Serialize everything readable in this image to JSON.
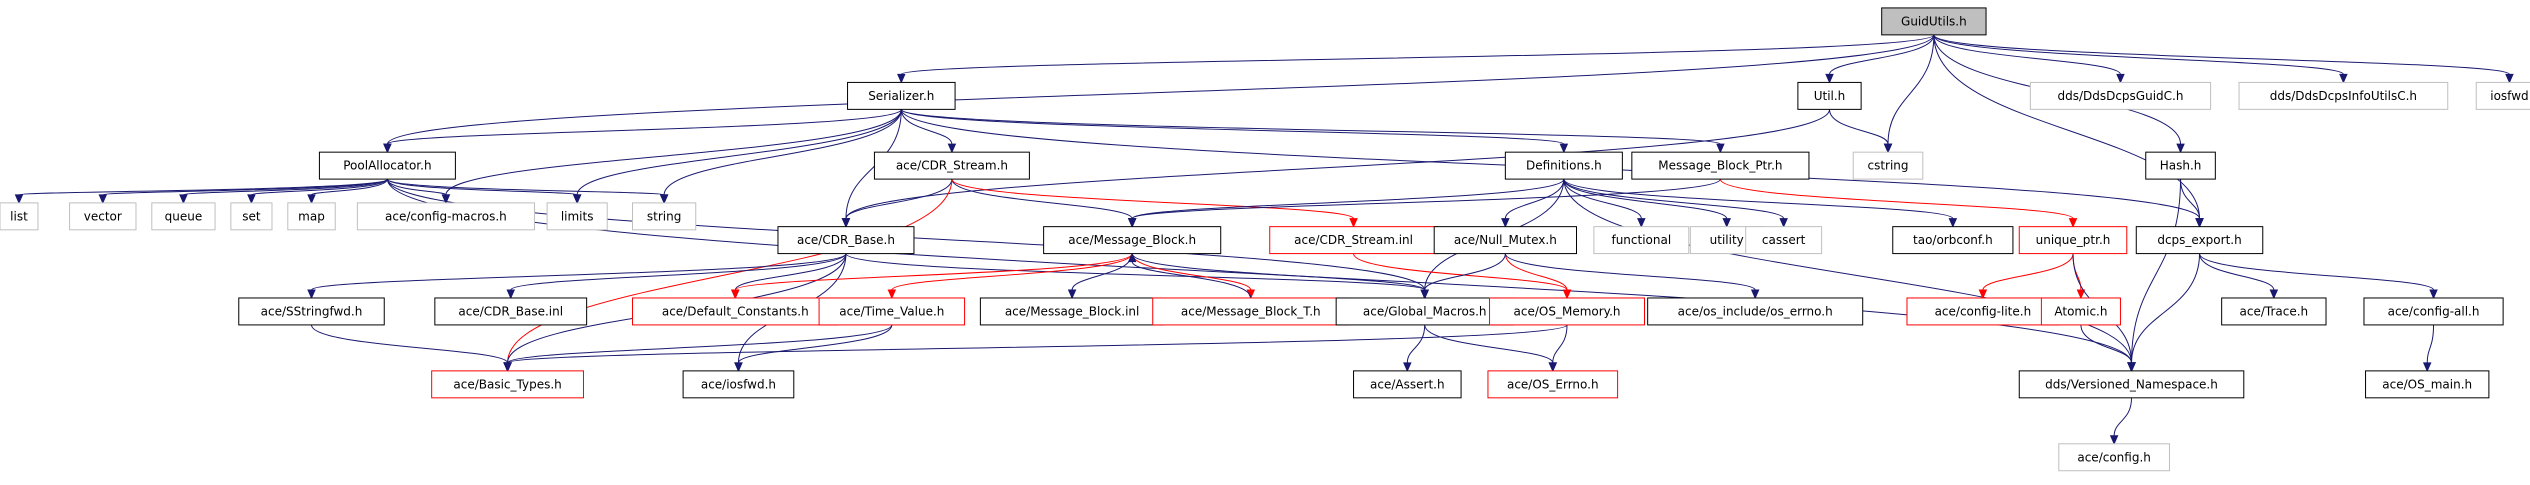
{
  "graph": {
    "nodes": [
      {
        "id": "GuidUtils.h",
        "label": "GuidUtils.h",
        "style": "root"
      },
      {
        "id": "Serializer.h",
        "label": "Serializer.h",
        "style": "normal"
      },
      {
        "id": "Util.h",
        "label": "Util.h",
        "style": "normal"
      },
      {
        "id": "dds/DdsDcpsGuidC.h",
        "label": "dds/DdsDcpsGuidC.h",
        "style": "missing"
      },
      {
        "id": "dds/DdsDcpsInfoUtilsC.h",
        "label": "dds/DdsDcpsInfoUtilsC.h",
        "style": "missing"
      },
      {
        "id": "iosfwd",
        "label": "iosfwd",
        "style": "missing"
      },
      {
        "id": "PoolAllocator.h",
        "label": "PoolAllocator.h",
        "style": "normal"
      },
      {
        "id": "ace/CDR_Stream.h",
        "label": "ace/CDR_Stream.h",
        "style": "normal"
      },
      {
        "id": "Definitions.h",
        "label": "Definitions.h",
        "style": "normal"
      },
      {
        "id": "Message_Block_Ptr.h",
        "label": "Message_Block_Ptr.h",
        "style": "normal"
      },
      {
        "id": "cstring",
        "label": "cstring",
        "style": "missing"
      },
      {
        "id": "Hash.h",
        "label": "Hash.h",
        "style": "normal"
      },
      {
        "id": "list",
        "label": "list",
        "style": "missing"
      },
      {
        "id": "vector",
        "label": "vector",
        "style": "missing"
      },
      {
        "id": "queue",
        "label": "queue",
        "style": "missing"
      },
      {
        "id": "set",
        "label": "set",
        "style": "missing"
      },
      {
        "id": "map",
        "label": "map",
        "style": "missing"
      },
      {
        "id": "ace/config-macros.h",
        "label": "ace/config-macros.h",
        "style": "missing"
      },
      {
        "id": "limits",
        "label": "limits",
        "style": "missing"
      },
      {
        "id": "string",
        "label": "string",
        "style": "missing"
      },
      {
        "id": "ace/CDR_Base.h",
        "label": "ace/CDR_Base.h",
        "style": "normal"
      },
      {
        "id": "ace/Message_Block.h",
        "label": "ace/Message_Block.h",
        "style": "normal"
      },
      {
        "id": "ace/CDR_Stream.inl",
        "label": "ace/CDR_Stream.inl",
        "style": "truncated"
      },
      {
        "id": "ace/Null_Mutex.h",
        "label": "ace/Null_Mutex.h",
        "style": "normal"
      },
      {
        "id": "functional",
        "label": "functional",
        "style": "missing"
      },
      {
        "id": "utility",
        "label": "utility",
        "style": "missing"
      },
      {
        "id": "cassert",
        "label": "cassert",
        "style": "missing"
      },
      {
        "id": "tao/orbconf.h",
        "label": "tao/orbconf.h",
        "style": "normal"
      },
      {
        "id": "unique_ptr.h",
        "label": "unique_ptr.h",
        "style": "truncated"
      },
      {
        "id": "dcps_export.h",
        "label": "dcps_export.h",
        "style": "normal"
      },
      {
        "id": "ace/SStringfwd.h",
        "label": "ace/SStringfwd.h",
        "style": "normal"
      },
      {
        "id": "ace/CDR_Base.inl",
        "label": "ace/CDR_Base.inl",
        "style": "normal"
      },
      {
        "id": "ace/Default_Constants.h",
        "label": "ace/Default_Constants.h",
        "style": "truncated"
      },
      {
        "id": "ace/Time_Value.h",
        "label": "ace/Time_Value.h",
        "style": "truncated"
      },
      {
        "id": "ace/Message_Block.inl",
        "label": "ace/Message_Block.inl",
        "style": "normal"
      },
      {
        "id": "ace/Message_Block_T.h",
        "label": "ace/Message_Block_T.h",
        "style": "truncated"
      },
      {
        "id": "ace/Global_Macros.h",
        "label": "ace/Global_Macros.h",
        "style": "normal"
      },
      {
        "id": "ace/OS_Memory.h",
        "label": "ace/OS_Memory.h",
        "style": "truncated"
      },
      {
        "id": "ace/os_include/os_errno.h",
        "label": "ace/os_include/os_errno.h",
        "style": "normal"
      },
      {
        "id": "ace/config-lite.h",
        "label": "ace/config-lite.h",
        "style": "truncated"
      },
      {
        "id": "Atomic.h",
        "label": "Atomic.h",
        "style": "truncated"
      },
      {
        "id": "ace/Trace.h",
        "label": "ace/Trace.h",
        "style": "normal"
      },
      {
        "id": "ace/config-all.h",
        "label": "ace/config-all.h",
        "style": "normal"
      },
      {
        "id": "ace/Basic_Types.h",
        "label": "ace/Basic_Types.h",
        "style": "truncated"
      },
      {
        "id": "ace/iosfwd.h",
        "label": "ace/iosfwd.h",
        "style": "normal"
      },
      {
        "id": "ace/Assert.h",
        "label": "ace/Assert.h",
        "style": "normal"
      },
      {
        "id": "ace/OS_Errno.h",
        "label": "ace/OS_Errno.h",
        "style": "truncated"
      },
      {
        "id": "dds/Versioned_Namespace.h",
        "label": "dds/Versioned_Namespace.h",
        "style": "normal"
      },
      {
        "id": "ace/OS_main.h",
        "label": "ace/OS_main.h",
        "style": "normal"
      },
      {
        "id": "ace/config.h",
        "label": "ace/config.h",
        "style": "missing"
      }
    ],
    "edges": [
      [
        "GuidUtils.h",
        "Serializer.h"
      ],
      [
        "GuidUtils.h",
        "Util.h"
      ],
      [
        "GuidUtils.h",
        "cstring"
      ],
      [
        "GuidUtils.h",
        "dds/DdsDcpsGuidC.h"
      ],
      [
        "GuidUtils.h",
        "dds/DdsDcpsInfoUtilsC.h"
      ],
      [
        "GuidUtils.h",
        "iosfwd"
      ],
      [
        "GuidUtils.h",
        "PoolAllocator.h"
      ],
      [
        "GuidUtils.h",
        "Hash.h"
      ],
      [
        "GuidUtils.h",
        "dcps_export.h"
      ],
      [
        "Serializer.h",
        "PoolAllocator.h"
      ],
      [
        "Serializer.h",
        "ace/CDR_Stream.h"
      ],
      [
        "Serializer.h",
        "ace/CDR_Base.h"
      ],
      [
        "Serializer.h",
        "Definitions.h"
      ],
      [
        "Serializer.h",
        "Message_Block_Ptr.h"
      ],
      [
        "Serializer.h",
        "dcps_export.h"
      ],
      [
        "Serializer.h",
        "ace/config-macros.h"
      ],
      [
        "Serializer.h",
        "limits"
      ],
      [
        "Serializer.h",
        "string"
      ],
      [
        "Util.h",
        "cstring"
      ],
      [
        "Util.h",
        "ace/CDR_Base.h"
      ],
      [
        "PoolAllocator.h",
        "list"
      ],
      [
        "PoolAllocator.h",
        "vector"
      ],
      [
        "PoolAllocator.h",
        "queue"
      ],
      [
        "PoolAllocator.h",
        "set"
      ],
      [
        "PoolAllocator.h",
        "map"
      ],
      [
        "PoolAllocator.h",
        "ace/config-macros.h"
      ],
      [
        "PoolAllocator.h",
        "limits"
      ],
      [
        "PoolAllocator.h",
        "string"
      ],
      [
        "PoolAllocator.h",
        "ace/Global_Macros.h"
      ],
      [
        "PoolAllocator.h",
        "dds/Versioned_Namespace.h"
      ],
      [
        "ace/CDR_Stream.h",
        "ace/CDR_Base.h"
      ],
      [
        "ace/CDR_Stream.h",
        "ace/Message_Block.h"
      ],
      [
        "ace/CDR_Stream.h",
        "ace/CDR_Stream.inl"
      ],
      [
        "ace/CDR_Stream.h",
        "ace/Basic_Types.h"
      ],
      [
        "Definitions.h",
        "ace/Message_Block.h"
      ],
      [
        "Definitions.h",
        "ace/Null_Mutex.h"
      ],
      [
        "Definitions.h",
        "functional"
      ],
      [
        "Definitions.h",
        "utility"
      ],
      [
        "Definitions.h",
        "cassert"
      ],
      [
        "Definitions.h",
        "tao/orbconf.h"
      ],
      [
        "Definitions.h",
        "ace/Global_Macros.h"
      ],
      [
        "Definitions.h",
        "dds/Versioned_Namespace.h"
      ],
      [
        "Message_Block_Ptr.h",
        "ace/Message_Block.h"
      ],
      [
        "Message_Block_Ptr.h",
        "unique_ptr.h"
      ],
      [
        "Hash.h",
        "dcps_export.h"
      ],
      [
        "Hash.h",
        "dds/Versioned_Namespace.h"
      ],
      [
        "ace/CDR_Base.h",
        "ace/SStringfwd.h"
      ],
      [
        "ace/CDR_Base.h",
        "ace/CDR_Base.inl"
      ],
      [
        "ace/CDR_Base.h",
        "ace/Default_Constants.h"
      ],
      [
        "ace/CDR_Base.h",
        "ace/Global_Macros.h"
      ],
      [
        "ace/CDR_Base.h",
        "ace/iosfwd.h"
      ],
      [
        "ace/CDR_Base.h",
        "ace/Basic_Types.h"
      ],
      [
        "ace/Message_Block.h",
        "ace/Default_Constants.h"
      ],
      [
        "ace/Message_Block.h",
        "ace/Time_Value.h"
      ],
      [
        "ace/Message_Block.h",
        "ace/Message_Block.inl"
      ],
      [
        "ace/Message_Block.h",
        "ace/Message_Block_T.h"
      ],
      [
        "ace/Message_Block.h",
        "ace/Global_Macros.h"
      ],
      [
        "ace/Message_Block_T.h",
        "ace/Message_Block.h"
      ],
      [
        "ace/CDR_Stream.inl",
        "ace/OS_Memory.h"
      ],
      [
        "ace/Null_Mutex.h",
        "ace/Global_Macros.h"
      ],
      [
        "ace/Null_Mutex.h",
        "ace/OS_Memory.h"
      ],
      [
        "ace/Null_Mutex.h",
        "ace/os_include/os_errno.h"
      ],
      [
        "unique_ptr.h",
        "ace/config-lite.h"
      ],
      [
        "unique_ptr.h",
        "Atomic.h"
      ],
      [
        "unique_ptr.h",
        "dds/Versioned_Namespace.h"
      ],
      [
        "dcps_export.h",
        "ace/Trace.h"
      ],
      [
        "dcps_export.h",
        "ace/config-all.h"
      ],
      [
        "dcps_export.h",
        "dds/Versioned_Namespace.h"
      ],
      [
        "ace/SStringfwd.h",
        "ace/Basic_Types.h"
      ],
      [
        "ace/Time_Value.h",
        "ace/Basic_Types.h"
      ],
      [
        "ace/Time_Value.h",
        "ace/iosfwd.h"
      ],
      [
        "ace/Global_Macros.h",
        "ace/Assert.h"
      ],
      [
        "ace/Global_Macros.h",
        "ace/OS_Errno.h"
      ],
      [
        "ace/OS_Memory.h",
        "ace/OS_Errno.h"
      ],
      [
        "ace/OS_Memory.h",
        "ace/Basic_Types.h"
      ],
      [
        "Atomic.h",
        "dds/Versioned_Namespace.h"
      ],
      [
        "ace/config-all.h",
        "ace/OS_main.h"
      ],
      [
        "dds/Versioned_Namespace.h",
        "ace/config.h"
      ]
    ]
  },
  "colors": {
    "edge": "#191970",
    "root_fill": "#bfbfbf",
    "normal_border": "#000000",
    "missing_border": "#bfbfbf",
    "truncated_border": "#ff0000",
    "text": "#000000"
  }
}
